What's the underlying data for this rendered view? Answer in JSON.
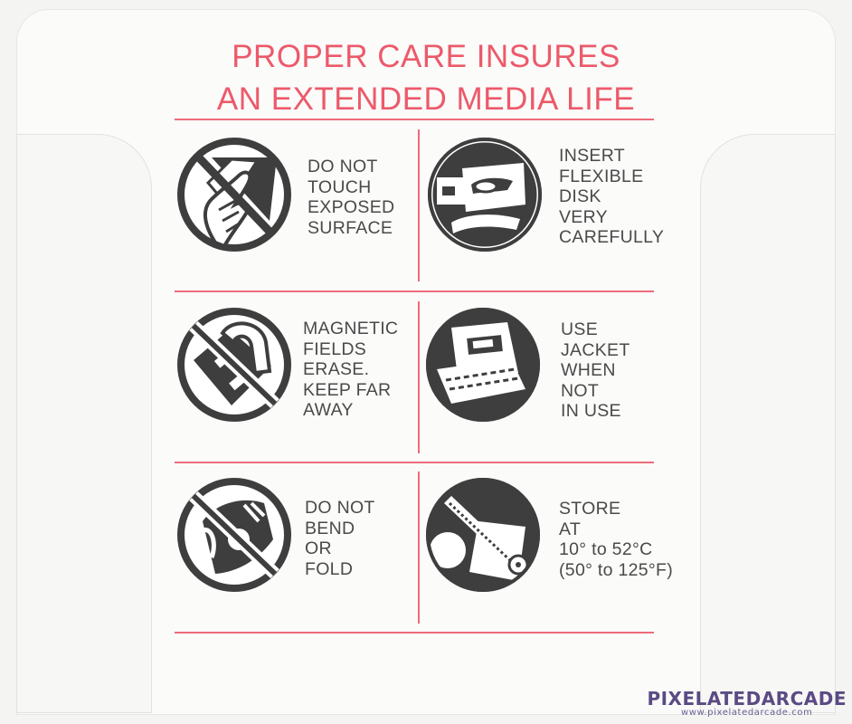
{
  "heading": {
    "line1": "PROPER CARE INSURES",
    "line2": "AN EXTENDED MEDIA LIFE"
  },
  "colors": {
    "accent": "#ef6b78",
    "ink": "#4a4a4a",
    "watermark": "#5a4b84"
  },
  "tips": [
    {
      "icon": "finger-touching-disk-icon",
      "lines": [
        "DO NOT",
        "TOUCH",
        "EXPOSED",
        "SURFACE"
      ]
    },
    {
      "icon": "disk-insert-drive-icon",
      "lines": [
        "INSERT",
        "FLEXIBLE",
        "DISK",
        "VERY",
        "CAREFULLY"
      ]
    },
    {
      "icon": "magnet-prohibited-icon",
      "lines": [
        "MAGNETIC",
        "FIELDS",
        "ERASE.",
        "KEEP FAR",
        "AWAY"
      ]
    },
    {
      "icon": "disk-in-jacket-icon",
      "lines": [
        "USE",
        "JACKET",
        "WHEN",
        "NOT",
        "IN USE"
      ]
    },
    {
      "icon": "bent-disk-prohibited-icon",
      "lines": [
        "DO NOT",
        "BEND",
        "OR",
        "FOLD"
      ]
    },
    {
      "icon": "thermometer-icon",
      "lines": [
        "STORE",
        "AT",
        "10° to 52°C",
        "(50° to 125°F)"
      ]
    }
  ],
  "watermark": {
    "brand": "PIXELATEDARCADE",
    "url": "www.pixelatedarcade.com"
  }
}
